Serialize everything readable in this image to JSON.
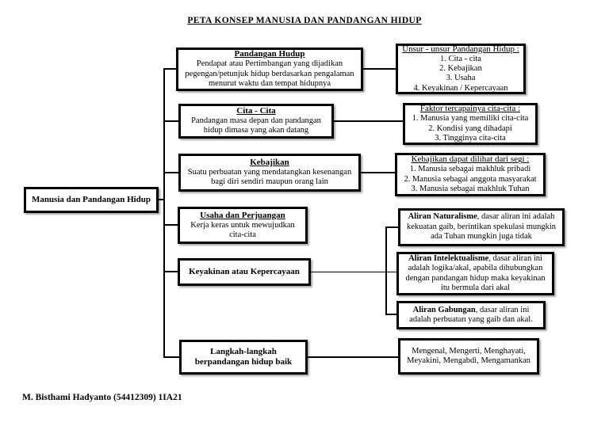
{
  "title": "PETA KONSEP MANUSIA DAN PANDANGAN HIDUP",
  "root": {
    "label": "Manusia dan Pandangan Hidup"
  },
  "concepts": {
    "pandangan": {
      "heading": "Pandangan Hudup",
      "body": "Pendapat atau Pertimbangan yang dijadikan pegengan/petunjuk hidup berdasarkan pengalaman menurut waktu dan tempat hidupnya"
    },
    "cita": {
      "heading": "Cita - Cita",
      "body": "Pandangan masa depan dan pandangan hidup dimasa yang akan datang"
    },
    "kebajikan": {
      "heading": "Kebajikan",
      "body": "Suatu perbuatan yang mendatangkan kesenangan bagi diri sendiri maupun orang lain"
    },
    "usaha": {
      "heading": "Usaha dan Perjuangan",
      "body": "Kerja keras untuk mewujudkan cita-cita"
    },
    "keyakinan": {
      "label": "Keyakinan atau Kepercayaan"
    },
    "langkah": {
      "label": "Langkah-langkah berpandangan hidup baik"
    }
  },
  "details": {
    "unsur": {
      "heading": "Unsur - unsur Pandangan Hidup :",
      "items": [
        "1. Cita - cita",
        "2. Kebajikan",
        "3. Usaha",
        "4. Keyakinan / Kepercayaan"
      ]
    },
    "faktor": {
      "heading": "Faktor tercapainya cita-cita :",
      "items": [
        "1. Manusia yang memiliki cita-cita",
        "2. Kondisi yang dihadapi",
        "3. Tingginya cita-cita"
      ]
    },
    "segi": {
      "heading": "Kebajikan dapat dilihat dari segi :",
      "items": [
        "1. Manusia sebagai makhluk pribadi",
        "2. Manusia sebagai anggota masyarakat",
        "3. Manusia sebagai makhluk Tuhan"
      ]
    },
    "naturalisme": {
      "lead": "Aliran Naturalisme",
      "body": ", dasar aliran ini adalah kekuatan gaib, berintikan spekulasi mungkin ada Tuhan mungkin juga tidak"
    },
    "intelektualisme": {
      "lead": "Aliran Intelektualisme",
      "body": ", dasar aliran ini adalah logika/akal, apabila dihubungkan dengan pandangan hidup maka keyakinan itu bermula dari akal"
    },
    "gabungan": {
      "lead": "Aliran Gabungan",
      "body": ", dasar aliran ini adalah perbuatan yang gaib dan akal."
    },
    "langkah_steps": {
      "body": "Mengenal, Mengerti, Menghayati, Meyakini, Mengabdi, Mengamankan"
    }
  },
  "footer": "M. Bisthami Hadyanto (54412309) 1IA21",
  "colors": {
    "line": "#000000",
    "box_border": "#000000",
    "background": "#ffffff"
  }
}
